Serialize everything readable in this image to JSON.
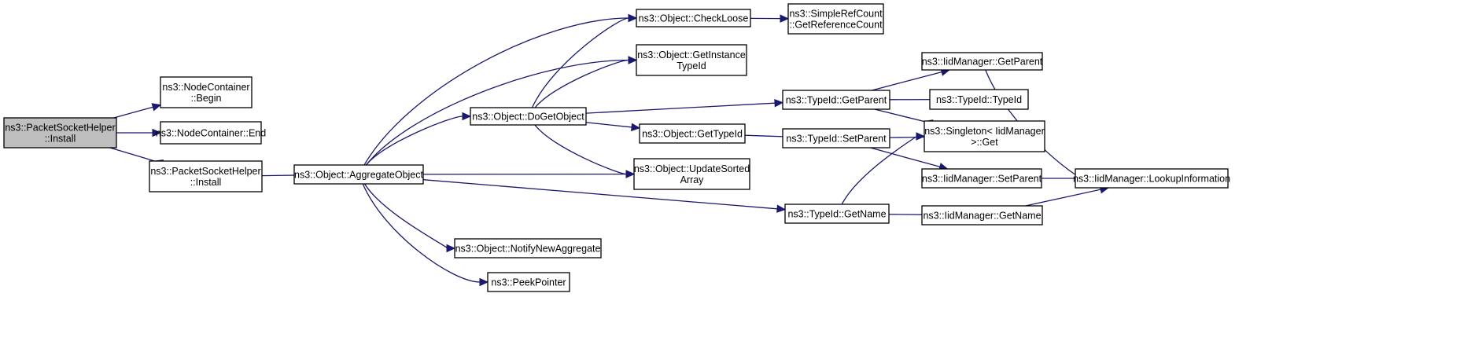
{
  "diagram": {
    "type": "call-graph",
    "nodes": [
      {
        "id": "psh_install_root",
        "lines": [
          "ns3::PacketSocketHelper",
          "::Install"
        ],
        "highlighted": true
      },
      {
        "id": "nc_begin",
        "lines": [
          "ns3::NodeContainer",
          "::Begin"
        ]
      },
      {
        "id": "nc_end",
        "lines": [
          "ns3::NodeContainer::End"
        ]
      },
      {
        "id": "psh_install",
        "lines": [
          "ns3::PacketSocketHelper",
          "::Install"
        ]
      },
      {
        "id": "aggregate",
        "lines": [
          "ns3::Object::AggregateObject"
        ]
      },
      {
        "id": "dogetobject",
        "lines": [
          "ns3::Object::DoGetObject"
        ]
      },
      {
        "id": "notifynew",
        "lines": [
          "ns3::Object::NotifyNewAggregate"
        ]
      },
      {
        "id": "peekpointer",
        "lines": [
          "ns3::PeekPointer"
        ]
      },
      {
        "id": "checkloose",
        "lines": [
          "ns3::Object::CheckLoose"
        ]
      },
      {
        "id": "getinstancetypeid",
        "lines": [
          "ns3::Object::GetInstance",
          "TypeId"
        ]
      },
      {
        "id": "obj_gettypeid",
        "lines": [
          "ns3::Object::GetTypeId"
        ]
      },
      {
        "id": "updatesorted",
        "lines": [
          "ns3::Object::UpdateSorted",
          "Array"
        ]
      },
      {
        "id": "getrefcount",
        "lines": [
          "ns3::SimpleRefCount",
          "::GetReferenceCount"
        ]
      },
      {
        "id": "tid_getparent",
        "lines": [
          "ns3::TypeId::GetParent"
        ]
      },
      {
        "id": "tid_setparent",
        "lines": [
          "ns3::TypeId::SetParent"
        ]
      },
      {
        "id": "tid_getname",
        "lines": [
          "ns3::TypeId::GetName"
        ]
      },
      {
        "id": "iid_getparent",
        "lines": [
          "ns3::IidManager::GetParent"
        ]
      },
      {
        "id": "tid_typeid",
        "lines": [
          "ns3::TypeId::TypeId"
        ]
      },
      {
        "id": "singleton_get",
        "lines": [
          "ns3::Singleton< IidManager",
          ">::Get"
        ]
      },
      {
        "id": "iid_setparent",
        "lines": [
          "ns3::IidManager::SetParent"
        ]
      },
      {
        "id": "iid_getname",
        "lines": [
          "ns3::IidManager::GetName"
        ]
      },
      {
        "id": "iid_lookup",
        "lines": [
          "ns3::IidManager::LookupInformation"
        ]
      }
    ],
    "edges": [
      [
        "psh_install_root",
        "nc_begin"
      ],
      [
        "psh_install_root",
        "nc_end"
      ],
      [
        "psh_install_root",
        "psh_install"
      ],
      [
        "psh_install",
        "aggregate"
      ],
      [
        "aggregate",
        "checkloose"
      ],
      [
        "aggregate",
        "getinstancetypeid"
      ],
      [
        "aggregate",
        "dogetobject"
      ],
      [
        "aggregate",
        "updatesorted"
      ],
      [
        "aggregate",
        "tid_getname"
      ],
      [
        "aggregate",
        "notifynew"
      ],
      [
        "aggregate",
        "peekpointer"
      ],
      [
        "dogetobject",
        "checkloose"
      ],
      [
        "dogetobject",
        "getinstancetypeid"
      ],
      [
        "dogetobject",
        "tid_getparent"
      ],
      [
        "dogetobject",
        "obj_gettypeid"
      ],
      [
        "dogetobject",
        "updatesorted"
      ],
      [
        "checkloose",
        "getrefcount"
      ],
      [
        "obj_gettypeid",
        "tid_setparent"
      ],
      [
        "tid_getparent",
        "iid_getparent"
      ],
      [
        "tid_getparent",
        "tid_typeid"
      ],
      [
        "tid_getparent",
        "singleton_get"
      ],
      [
        "tid_setparent",
        "singleton_get"
      ],
      [
        "tid_setparent",
        "iid_setparent"
      ],
      [
        "tid_getname",
        "singleton_get"
      ],
      [
        "tid_getname",
        "iid_getname"
      ],
      [
        "iid_getparent",
        "iid_lookup"
      ],
      [
        "iid_setparent",
        "iid_lookup"
      ],
      [
        "iid_getname",
        "iid_lookup"
      ]
    ]
  }
}
